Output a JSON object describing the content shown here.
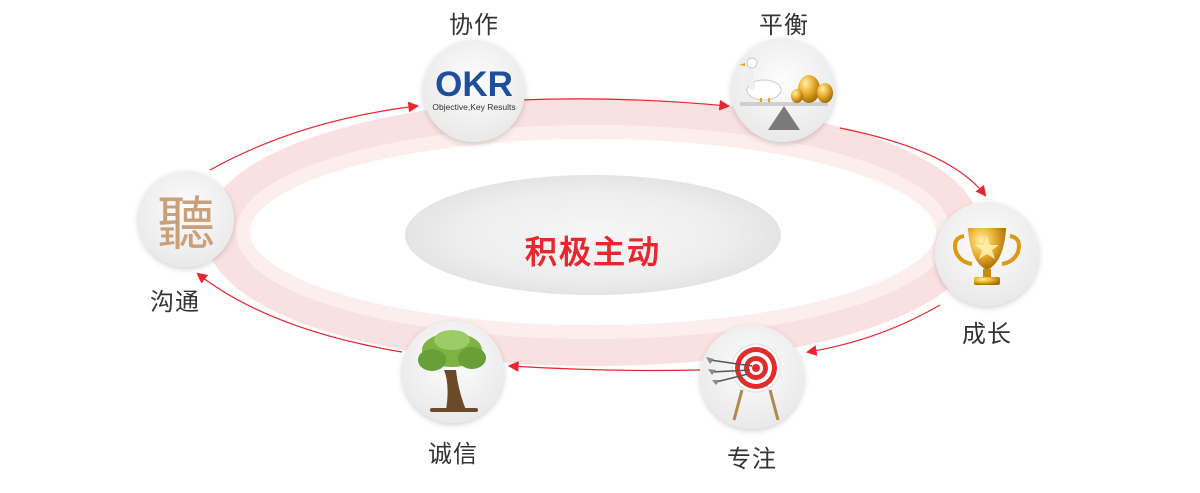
{
  "center": {
    "label": "积极主动"
  },
  "nodes": [
    {
      "key": "collab",
      "label": "协作"
    },
    {
      "key": "balance",
      "label": "平衡"
    },
    {
      "key": "growth",
      "label": "成长"
    },
    {
      "key": "focus",
      "label": "专注"
    },
    {
      "key": "integrity",
      "label": "诚信"
    },
    {
      "key": "communication",
      "label": "沟通"
    }
  ],
  "okr": {
    "title": "OKR",
    "subtitle": "Objective,Key Results"
  },
  "listen_char": "聽",
  "colors": {
    "accent": "#e8262d",
    "ring": "#f9d9d9",
    "okr_blue": "#1d4f9c",
    "gold": "#e3a21c",
    "listen": "#c9a07a"
  }
}
